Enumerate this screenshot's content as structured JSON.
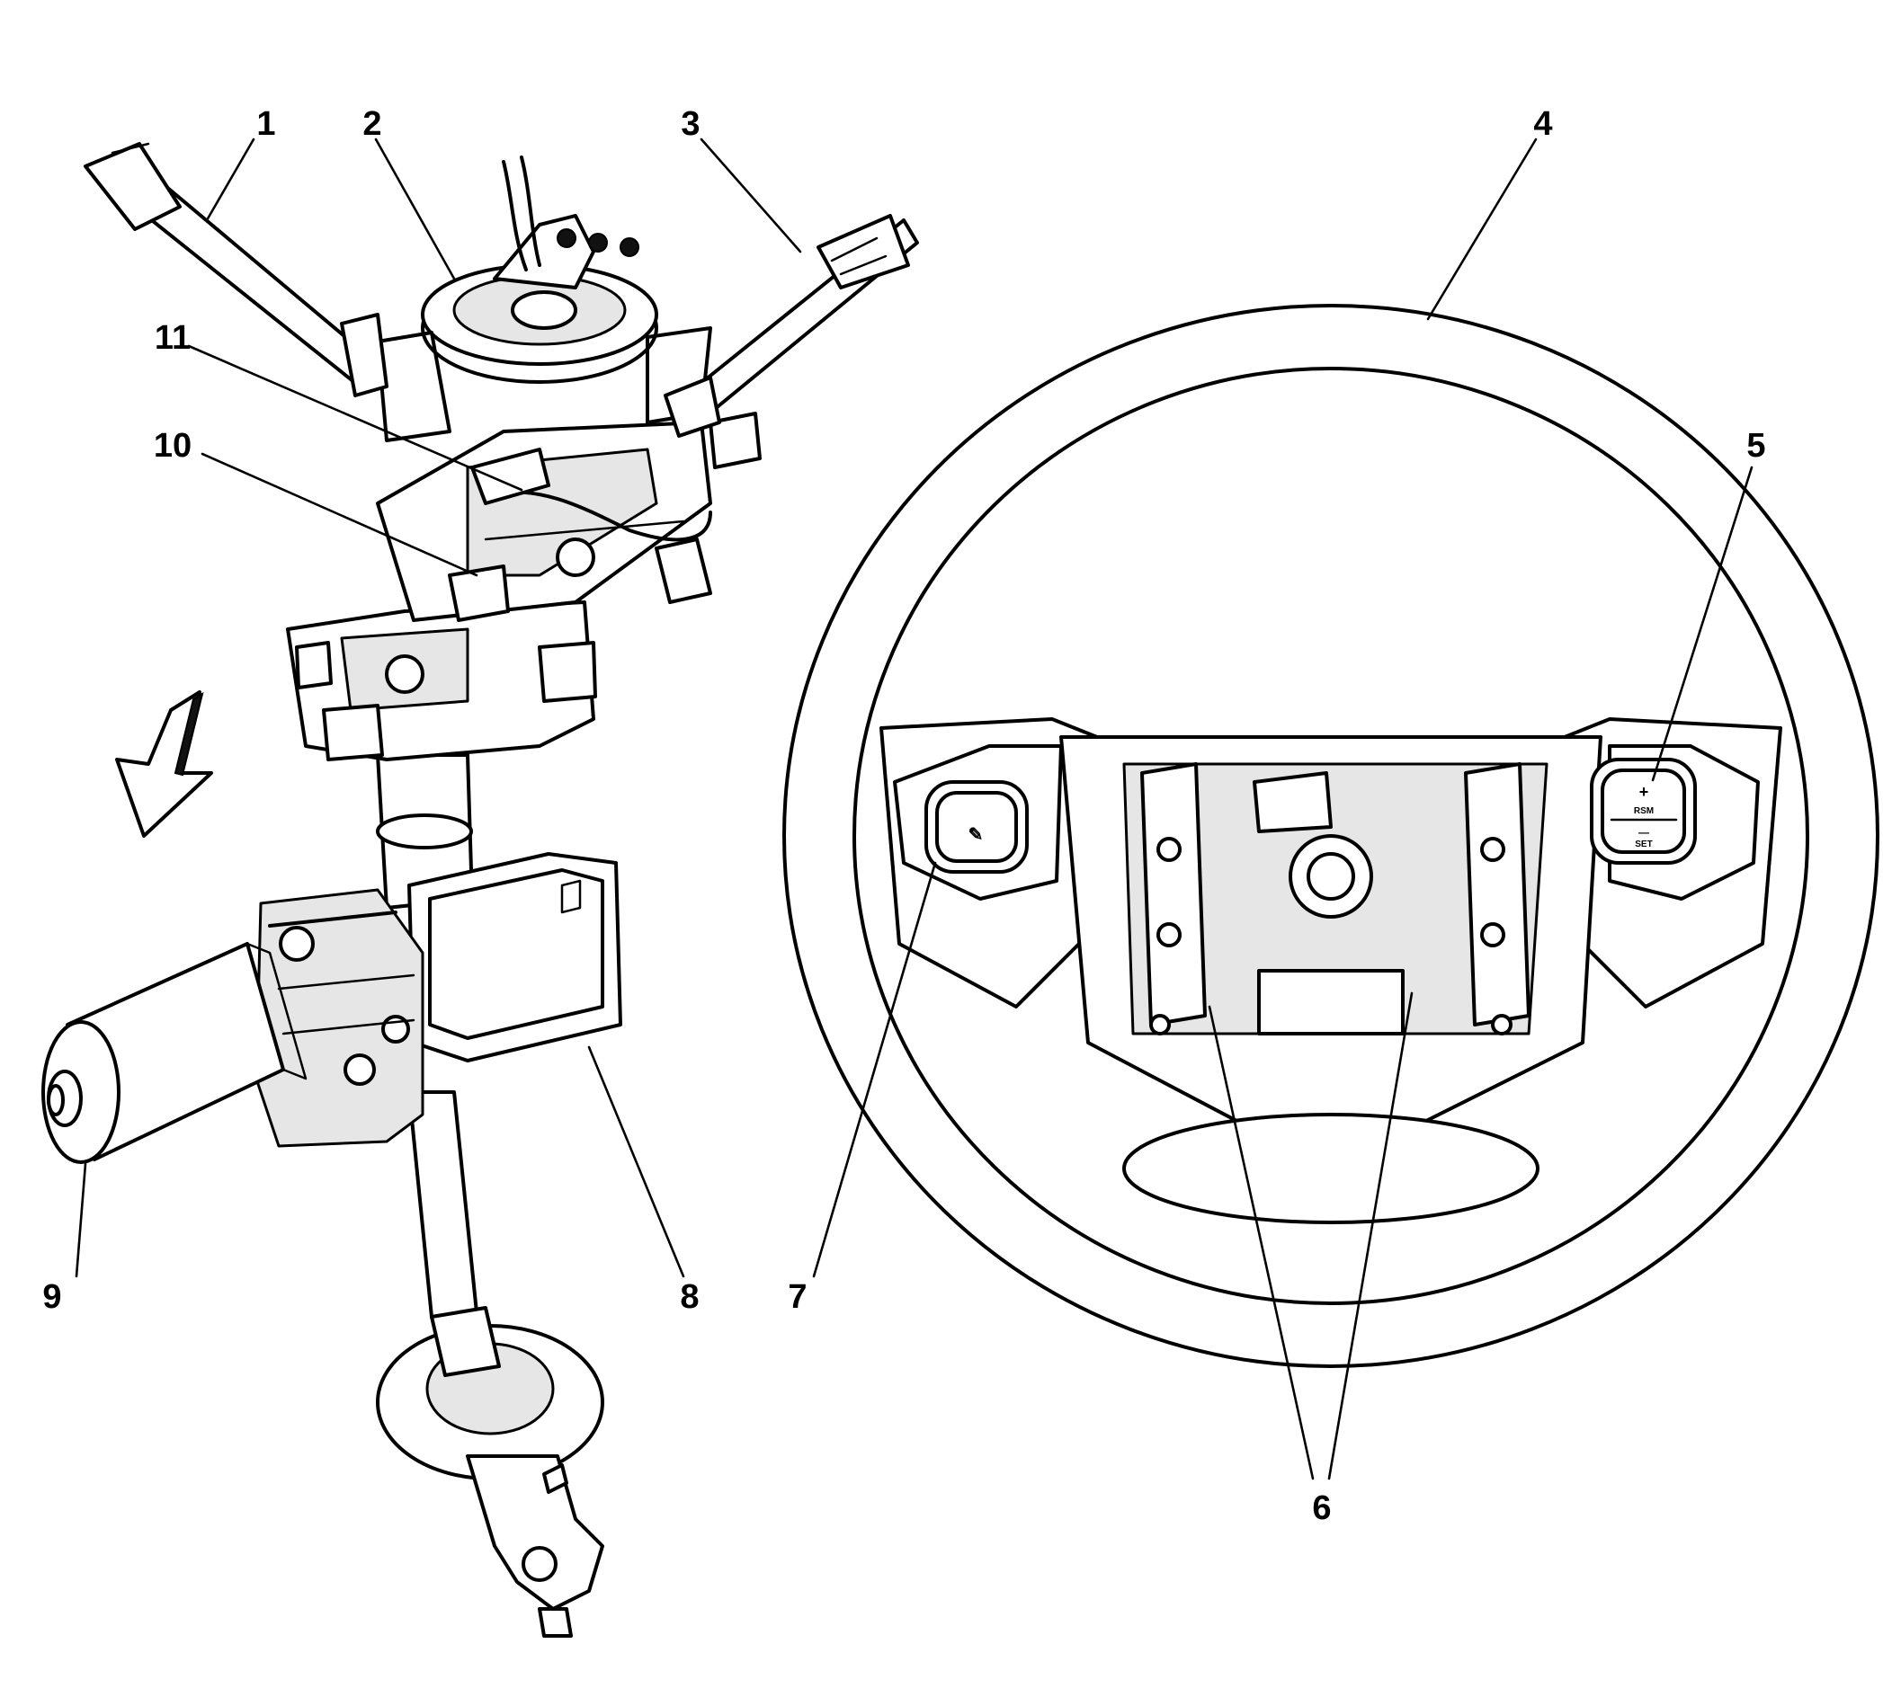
{
  "callouts": [
    {
      "id": "1",
      "text": "1"
    },
    {
      "id": "2",
      "text": "2"
    },
    {
      "id": "3",
      "text": "3"
    },
    {
      "id": "4",
      "text": "4"
    },
    {
      "id": "5",
      "text": "5"
    },
    {
      "id": "6",
      "text": "6"
    },
    {
      "id": "7",
      "text": "7"
    },
    {
      "id": "8",
      "text": "8"
    },
    {
      "id": "9",
      "text": "9"
    },
    {
      "id": "10",
      "text": "10"
    },
    {
      "id": "11",
      "text": "11"
    }
  ],
  "cruise_switch": {
    "plus": "+",
    "res": "RSM",
    "minus": "—",
    "set": "SET"
  }
}
